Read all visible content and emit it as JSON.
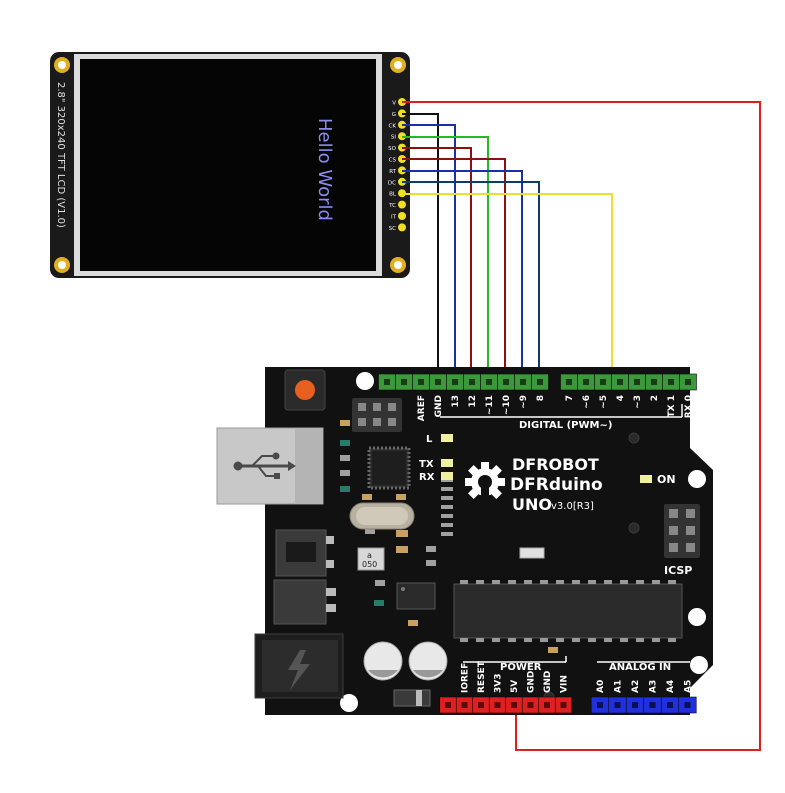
{
  "tft": {
    "side_label": "2.8\" 320x240 TFT LCD (V1.0)",
    "screen_text": "Hello World",
    "pins": [
      "V",
      "G",
      "CK",
      "SI",
      "SO",
      "CS",
      "RT",
      "DC",
      "BL",
      "TC",
      "IT",
      "SC"
    ]
  },
  "board": {
    "brand": "DFROBOT",
    "model": "DFRduino",
    "variant_main": "UNO",
    "variant_version": "v3.0[R3]",
    "digital_header_label": "DIGITAL (PWM~)",
    "digital_pins": [
      "AREF",
      "GND",
      "13",
      "12",
      "~11",
      "~10",
      "~9",
      "8",
      "7",
      "~6",
      "~5",
      "4",
      "~3",
      "2",
      "TX 1",
      "RX 0"
    ],
    "power_label": "POWER",
    "power_pins": [
      "IOREF",
      "RESET",
      "3V3",
      "5V",
      "GND",
      "GND",
      "VIN"
    ],
    "analog_label": "ANALOG IN",
    "analog_pins": [
      "A0",
      "A1",
      "A2",
      "A3",
      "A4",
      "A5"
    ],
    "led_l": "L",
    "led_tx": "TX",
    "led_rx": "RX",
    "on_label": "ON",
    "icsp_label": "ICSP",
    "cap_marking_top": "a",
    "cap_marking_bottom": "050"
  },
  "wire_colors": {
    "red": "#e01e1e",
    "black": "#111111",
    "blue": "#1a2fa8",
    "green": "#22bb22",
    "darkred": "#8b1010",
    "navy": "#0f3a6e",
    "yellow": "#e8e030"
  }
}
